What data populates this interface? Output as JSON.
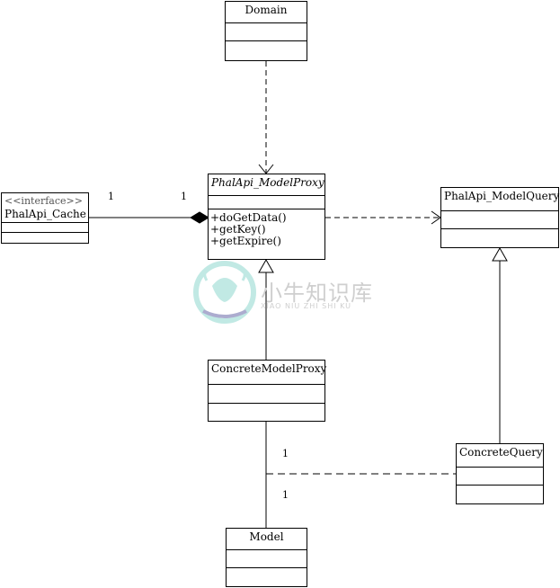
{
  "watermark": {
    "title": "小牛知识库",
    "subtitle": "XIAO NIU ZHI SHI KU",
    "icon": "bull-logo-icon"
  },
  "classes": {
    "domain": {
      "name": "Domain"
    },
    "cache": {
      "stereotype": "<<interface>>",
      "name": "PhalApi_Cache"
    },
    "proxy": {
      "name": "PhalApi_ModelProxy",
      "ops": [
        "+doGetData()",
        "+getKey()",
        "+getExpire()"
      ]
    },
    "query": {
      "name": "PhalApi_ModelQuery"
    },
    "concrete_proxy": {
      "name": "ConcreteModelProxy"
    },
    "concrete_query": {
      "name": "ConcreteQuery"
    },
    "model": {
      "name": "Model"
    }
  },
  "multiplicities": {
    "cache_end": "1",
    "proxy_end": "1",
    "concrete_proxy_end": "1",
    "model_end": "1"
  },
  "colors": {
    "line": "#000000",
    "watermark": "#cfcfcf",
    "logo_teal": "#7fd0c8"
  }
}
